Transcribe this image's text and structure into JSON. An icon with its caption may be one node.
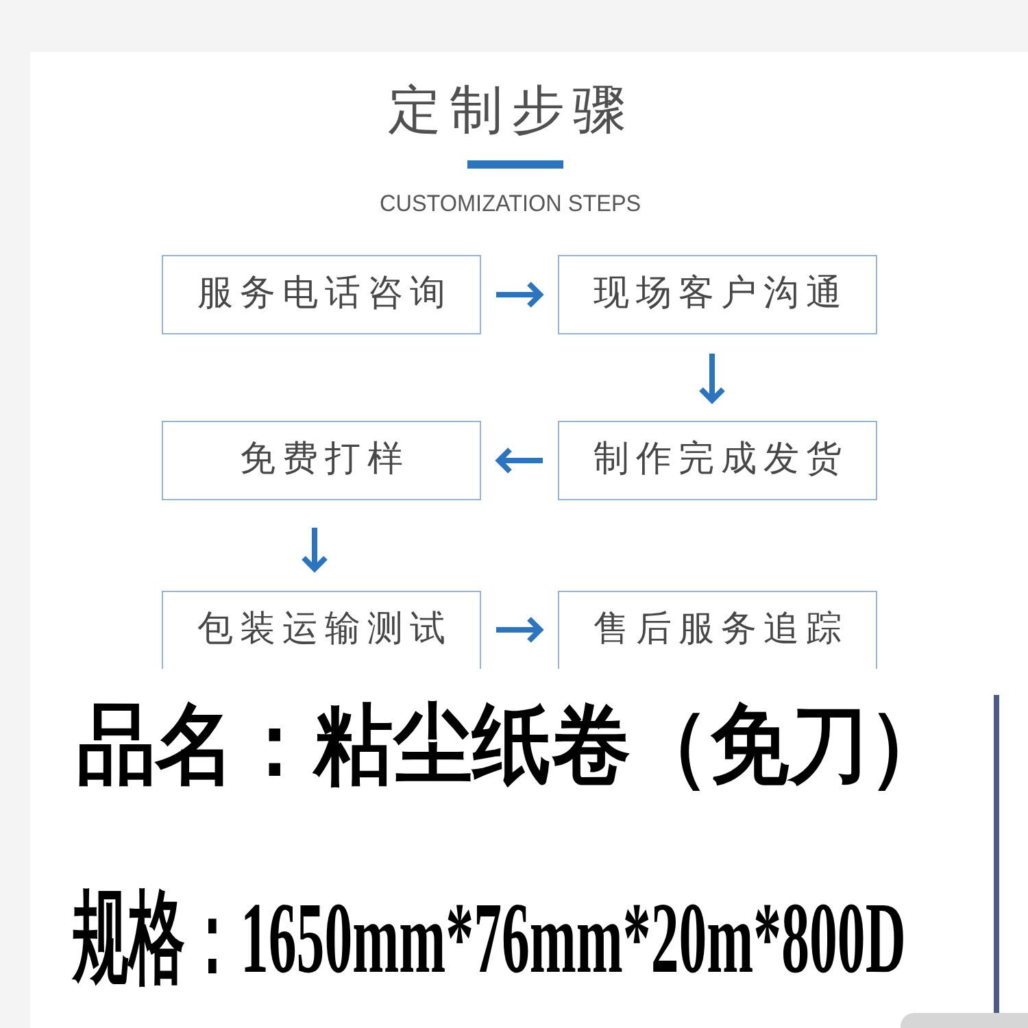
{
  "diagram": {
    "title": "定制步骤",
    "nodes": [
      {
        "text": [
          "服务电话咨询"
        ]
      },
      {
        "text": [
          "现场客户沟通"
        ]
      },
      {
        "text": [
          "免费打样"
        ]
      },
      {
        "text": [
          "制作完成发货"
        ]
      },
      {
        "text": [
          "包装运输测试"
        ]
      },
      {
        "text": [
          "售后服务追踪"
        ]
      }
    ],
    "edges": [
      {
        "from": 0,
        "to": 1,
        "arrow": "to"
      },
      {
        "from": 1,
        "to": 3,
        "arrow": "to"
      },
      {
        "from": 3,
        "to": 2,
        "arrow": "to"
      },
      {
        "from": 2,
        "to": 4,
        "arrow": "to"
      },
      {
        "from": 4,
        "to": 5,
        "arrow": "to"
      }
    ],
    "labels": [
      "CUSTOMIZATION STEPS",
      "品名：粘尘纸卷（免刀）",
      "规格：1650mm*76mm*20m*800D"
    ]
  }
}
